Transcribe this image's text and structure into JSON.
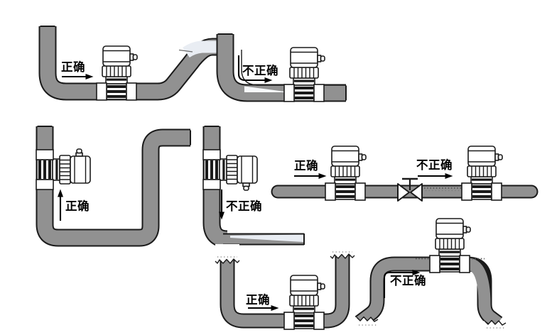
{
  "colors": {
    "pipe": "#919191",
    "outline": "#1a1a1a",
    "liquid_light": "#e9edf3",
    "label": "#000000",
    "background": "#ffffff",
    "speckle": "#555555"
  },
  "diagrams": [
    {
      "id": "horizontal-run-after-down-elbow",
      "label": "正确",
      "status": "correct"
    },
    {
      "id": "horizontal-run-after-vertical-drop",
      "label": "不正确",
      "status": "incorrect"
    },
    {
      "id": "vertical-pipe-flow-up",
      "label": "正确",
      "status": "correct"
    },
    {
      "id": "vertical-pipe-flow-down",
      "label": "不正确",
      "status": "incorrect"
    },
    {
      "id": "upstream-of-valve",
      "label": "正确",
      "status": "correct"
    },
    {
      "id": "downstream-of-valve",
      "label": "不正确",
      "status": "incorrect"
    },
    {
      "id": "low-point-dip",
      "label": "正确",
      "status": "correct"
    },
    {
      "id": "high-point-hump",
      "label": "不正确",
      "status": "incorrect"
    }
  ]
}
